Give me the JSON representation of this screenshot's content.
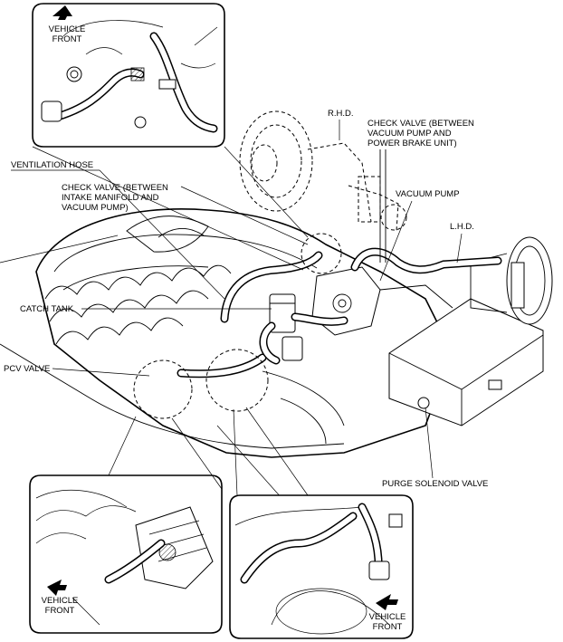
{
  "labels": {
    "ventilation_hose": "VENTILATION HOSE",
    "check_valve_intake_1": "CHECK VALVE (BETWEEN",
    "check_valve_intake_2": "INTAKE MANIFOLD AND",
    "check_valve_intake_3": "VACUUM PUMP)",
    "catch_tank": "CATCH TANK",
    "pcv_valve": "PCV VALVE",
    "rhd": "R.H.D.",
    "check_valve_vacuum_1": "CHECK VALVE (BETWEEN",
    "check_valve_vacuum_2": "VACUUM PUMP AND",
    "check_valve_vacuum_3": "POWER BRAKE UNIT)",
    "vacuum_pump": "VACUUM PUMP",
    "lhd": "L.H.D.",
    "purge_solenoid_valve": "PURGE SOLENOID VALVE"
  },
  "insets": {
    "top": {
      "front_1": "VEHICLE",
      "front_2": "FRONT"
    },
    "bottom_left": {
      "front_1": "VEHICLE",
      "front_2": "FRONT"
    },
    "bottom_right": {
      "front_1": "VEHICLE",
      "front_2": "FRONT"
    }
  }
}
